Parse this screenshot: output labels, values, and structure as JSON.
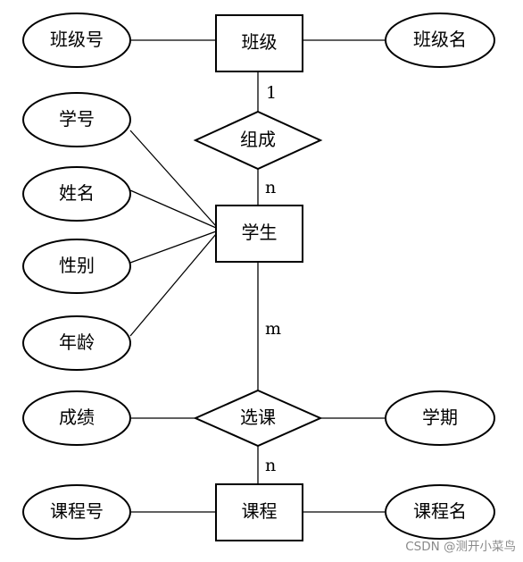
{
  "entities": {
    "class": "班级",
    "student": "学生",
    "course": "课程"
  },
  "relationships": {
    "compose": "组成",
    "select_course": "选课"
  },
  "attributes": {
    "class_no": "班级号",
    "class_name": "班级名",
    "student_no": "学号",
    "student_name": "姓名",
    "gender": "性别",
    "age": "年龄",
    "score": "成绩",
    "term": "学期",
    "course_no": "课程号",
    "course_name": "课程名"
  },
  "cardinalities": {
    "class_compose": "1",
    "compose_student": "n",
    "student_select": "m",
    "select_course": "n"
  },
  "watermark": "CSDN @测开小菜鸟"
}
